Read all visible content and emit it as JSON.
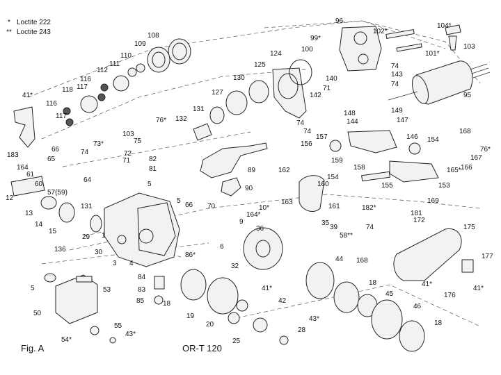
{
  "legend": [
    {
      "symbol": "*",
      "text": "Loctite 222"
    },
    {
      "symbol": "**",
      "text": "Loctite 243"
    }
  ],
  "figure_label": "Fig. A",
  "model_label": "OR-T 120",
  "callouts": {
    "c96": "96",
    "c99": "99*",
    "c102": "102*",
    "c104": "104*",
    "c103": "103",
    "c100": "100",
    "c101": "101*",
    "c108": "108",
    "c109": "109",
    "c110": "110",
    "c111": "111",
    "c112": "112",
    "c116a": "116",
    "c117a": "117",
    "c118": "118",
    "c116b": "116",
    "c117b": "117",
    "c41a": "41*",
    "c183": "183",
    "c124": "124",
    "c125": "125",
    "c130": "130",
    "c127": "127",
    "c131a": "131",
    "c132": "132",
    "c140": "140",
    "c142": "142",
    "c143": "143",
    "c74a": "74",
    "c74b": "74",
    "c74c": "74",
    "c71a": "71",
    "c95": "95",
    "c148": "148",
    "c149": "149",
    "c144": "144",
    "c147": "147",
    "c76a": "76*",
    "c103b": "103",
    "c73": "73*",
    "c75": "75",
    "c72": "72",
    "c71b": "71",
    "c82": "82",
    "c81": "81",
    "c5a": "5",
    "c66a": "66",
    "c74d": "74",
    "c164": "164",
    "c65": "65",
    "c61": "61",
    "c60": "60",
    "c12": "12",
    "c64": "64",
    "c57": "57(59)",
    "c13": "13",
    "c14": "14",
    "c15": "15",
    "c131b": "131",
    "c136": "136",
    "c29": "29",
    "c30": "30",
    "c1": "1",
    "c3": "3",
    "c4": "4",
    "c5b": "5",
    "c66b": "66",
    "c70": "70",
    "c10": "10*",
    "c9": "9",
    "c164b": "164*",
    "c86": "86*",
    "c6": "6",
    "c89": "89",
    "c90": "90",
    "c157": "157",
    "c156": "156",
    "c159": "159",
    "c158": "158",
    "c146": "146",
    "c154a": "154",
    "c168a": "168",
    "c167": "167",
    "c76b": "76*",
    "c165": "165*",
    "c166": "166",
    "c162": "162",
    "c160": "160",
    "c154b": "154",
    "c155": "155",
    "c153": "153",
    "c163": "163",
    "c161": "161",
    "c169": "169",
    "c182": "182*",
    "c181": "181",
    "c172": "172",
    "c175": "175",
    "c74e": "74",
    "c168b": "168",
    "c177": "177",
    "c41b": "41*",
    "c176": "176",
    "c41c": "41*",
    "c35": "35",
    "c39": "39",
    "c58": "58**",
    "c36": "36",
    "c32": "32",
    "c44": "44",
    "c41d": "41*",
    "c42": "42",
    "c18a": "18",
    "c45": "45",
    "c46": "46",
    "c18b": "18",
    "c43a": "43*",
    "c84": "84",
    "c83": "83",
    "c85": "85",
    "c18c": "18",
    "c19": "19",
    "c20": "20",
    "c25": "25",
    "c28": "28",
    "c5c": "5",
    "c53": "53",
    "c50": "50",
    "c55": "55",
    "c43b": "43*",
    "c54": "54*"
  }
}
